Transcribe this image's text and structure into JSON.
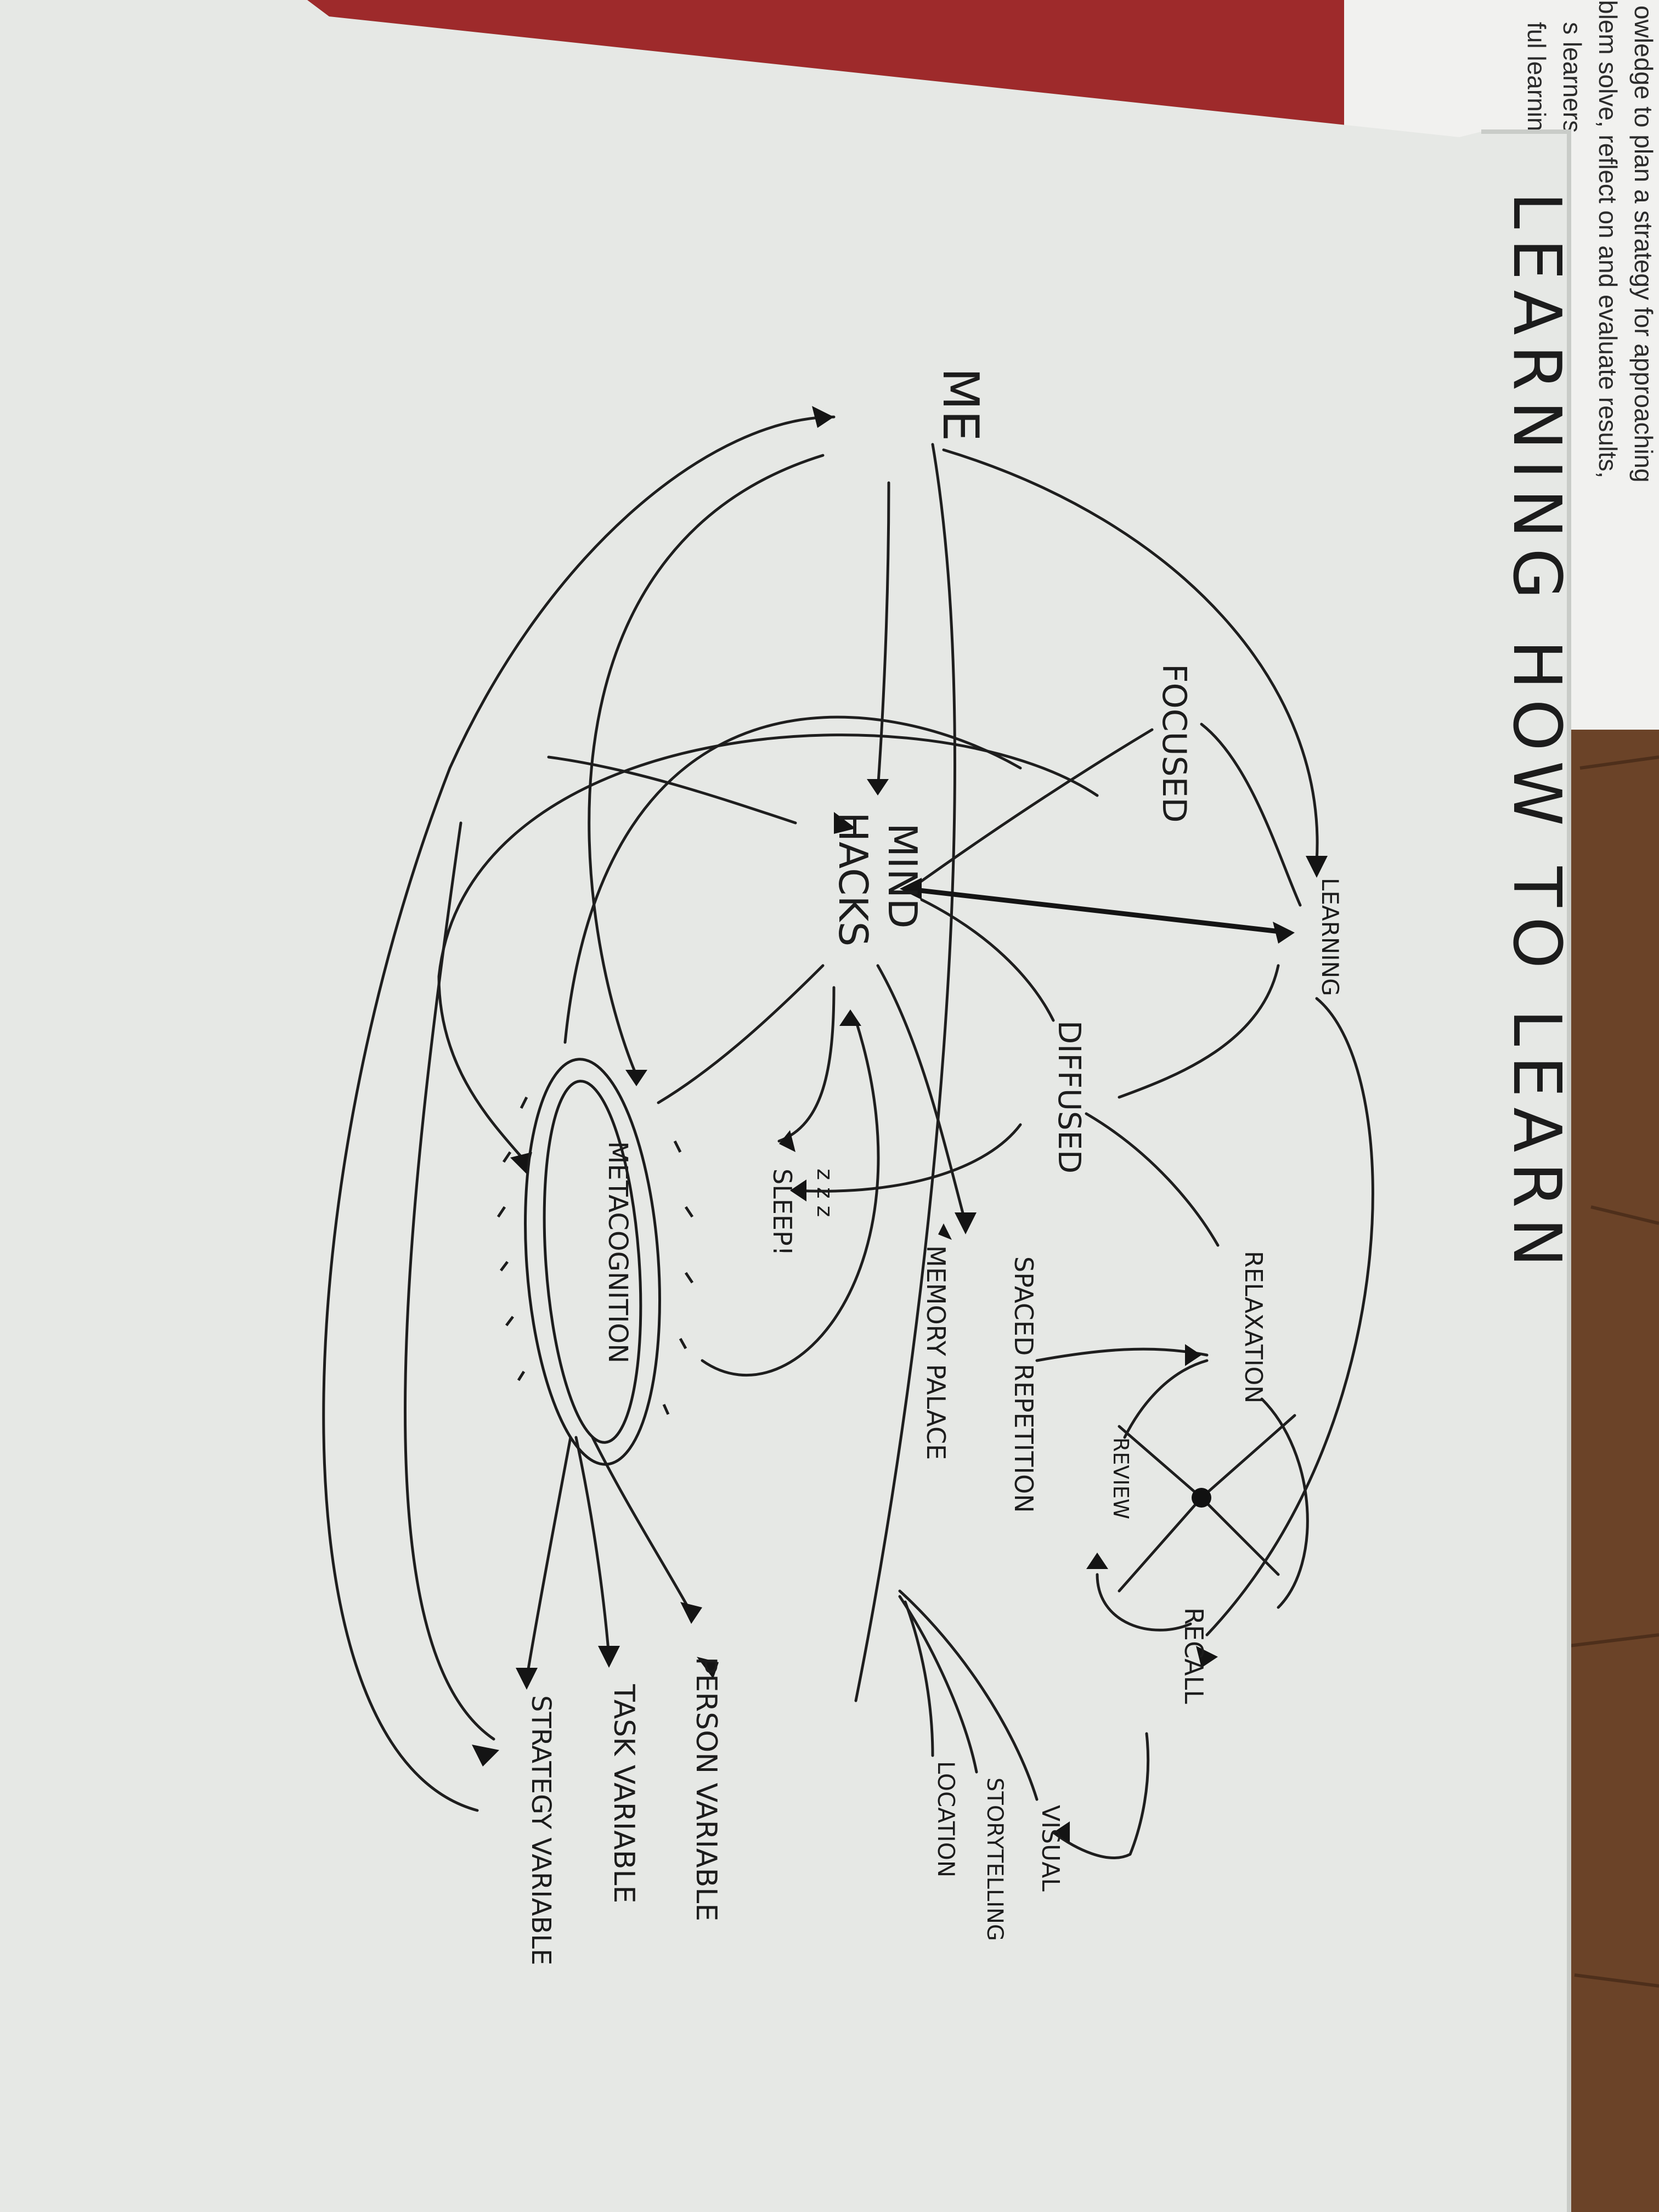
{
  "background_paper": {
    "lines": [
      "owledge to plan a strategy for approaching",
      "blem solve, reflect on and evaluate results,",
      "s learners",
      "ful learning"
    ]
  },
  "diagram": {
    "title": "LEARNING HOW TO LEARN",
    "nodes": {
      "me": "ME",
      "focused": "FOCUSED",
      "learning": "LEARNING",
      "mind": "MIND",
      "hacks": "HACKS",
      "diffused": "DIFFUSED",
      "relaxation": "RELAXATION",
      "review": "REVIEW",
      "recall": "RECALL",
      "spaced_repetition": "SPACED REPETITION",
      "memory_palace": "MEMORY PALACE",
      "visual": "VISUAL",
      "storytelling": "STORYTELLING",
      "location": "LOCATION",
      "sleep": "SLEEP!",
      "zzz": "z z z",
      "metacognition": "METACOGNITION",
      "person_variable": "PERSON VARIABLE",
      "task_variable": "TASK VARIABLE",
      "strategy_variable": "STRATEGY VARIABLE"
    }
  },
  "colors": {
    "desk": "#6b4328",
    "folder": "#9e2a2b",
    "paper": "#e6e8e5",
    "ink": "#1c1c1c"
  }
}
